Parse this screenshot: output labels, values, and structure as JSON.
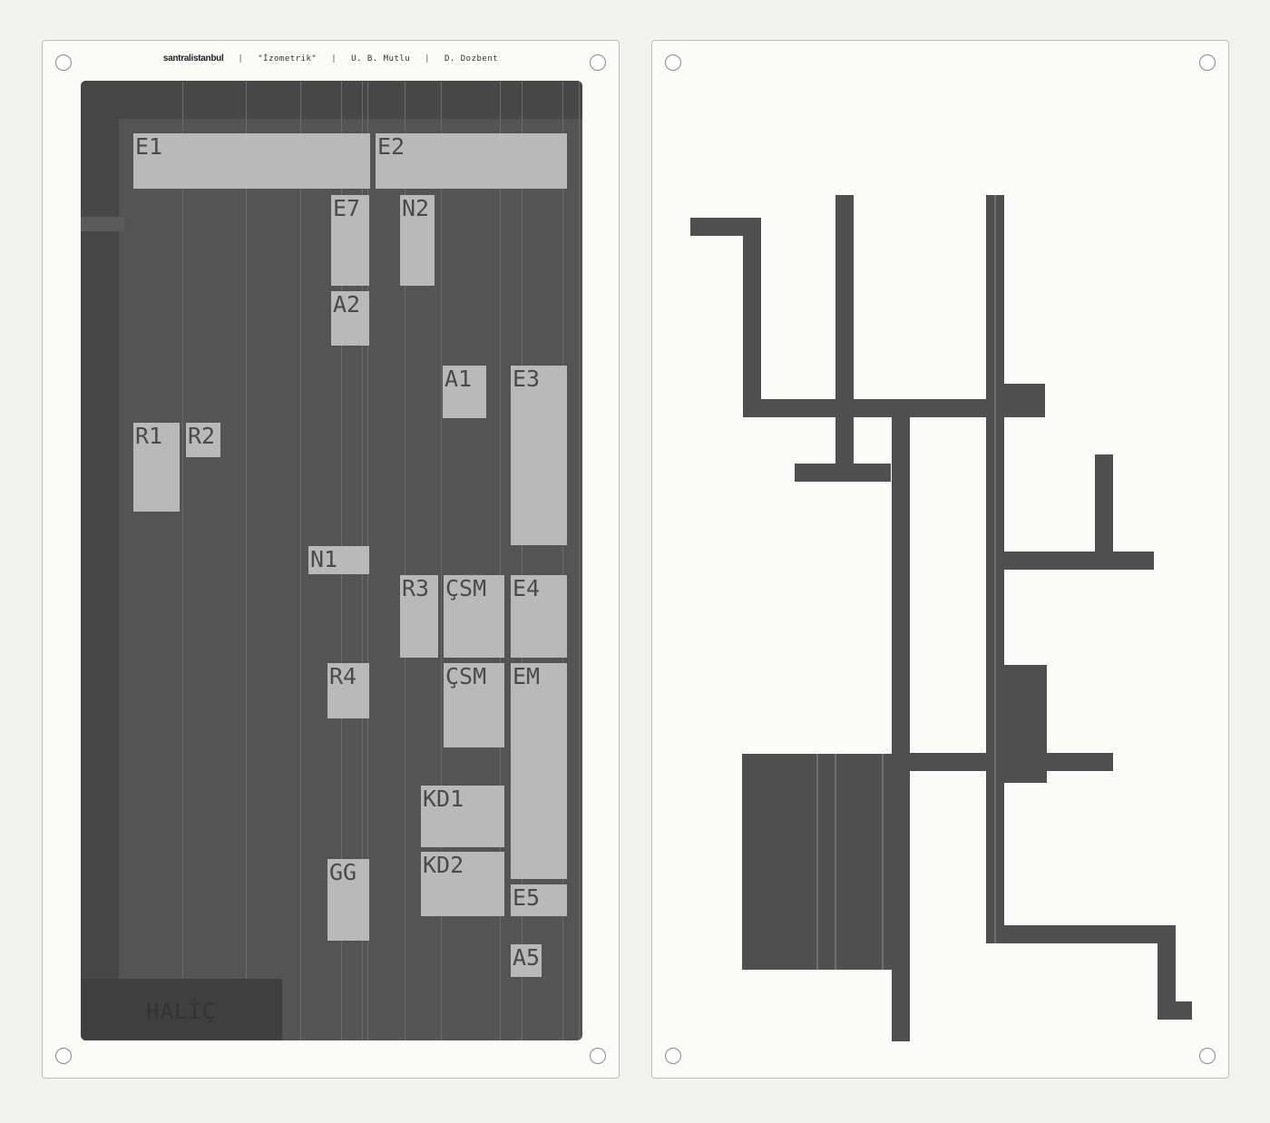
{
  "header": {
    "brand": "santralistanbul",
    "title": "\"İzometrik\"",
    "author1": "U. B. Mutlu",
    "author2": "D. Dozbent",
    "separator": "|"
  },
  "map": {
    "water_label": "HALİÇ",
    "buildings": [
      {
        "id": "E1"
      },
      {
        "id": "E2"
      },
      {
        "id": "E7"
      },
      {
        "id": "N2"
      },
      {
        "id": "A2"
      },
      {
        "id": "A1"
      },
      {
        "id": "E3"
      },
      {
        "id": "R1"
      },
      {
        "id": "R2"
      },
      {
        "id": "N1"
      },
      {
        "id": "R3"
      },
      {
        "id": "ÇSM"
      },
      {
        "id": "E4"
      },
      {
        "id": "R4"
      },
      {
        "id": "ÇSM"
      },
      {
        "id": "EM"
      },
      {
        "id": "KD1"
      },
      {
        "id": "GG"
      },
      {
        "id": "KD2"
      },
      {
        "id": "E5"
      },
      {
        "id": "A5"
      }
    ]
  },
  "colors": {
    "map_bg": "#545454",
    "building_fill": "#b9b9b9",
    "diagram_ink": "#4f4f4f",
    "panel_bg": "#fbfbfa"
  }
}
